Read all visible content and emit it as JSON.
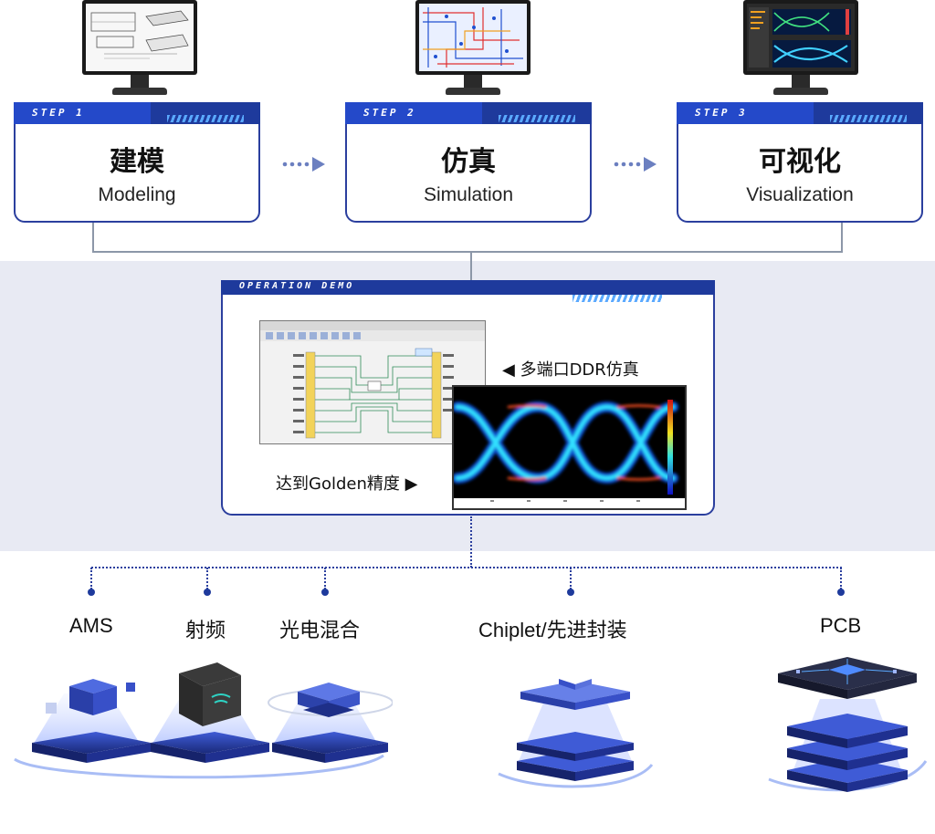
{
  "steps": [
    {
      "tag": "STEP 1",
      "zh": "建模",
      "en": "Modeling",
      "screen": "modeling-screen"
    },
    {
      "tag": "STEP 2",
      "zh": "仿真",
      "en": "Simulation",
      "screen": "simulation-screen"
    },
    {
      "tag": "STEP 3",
      "zh": "可视化",
      "en": "Visualization",
      "screen": "visualization-screen"
    }
  ],
  "demo": {
    "tag": "OPERATION DEMO",
    "caption_ddr": "◀ 多端口DDR仿真",
    "caption_golden": "达到Golden精度 ▶"
  },
  "applications": [
    {
      "label": "AMS",
      "icon": "ams-chip-icon"
    },
    {
      "label": "射频",
      "icon": "rf-chip-icon"
    },
    {
      "label": "光电混合",
      "icon": "photonic-chip-icon"
    },
    {
      "label": "Chiplet/先进封装",
      "icon": "chiplet-package-icon"
    },
    {
      "label": "PCB",
      "icon": "pcb-board-icon"
    }
  ],
  "colors": {
    "brand_dark": "#1e3a9c",
    "brand_mid": "#2449c9",
    "accent_stripe": "#5aa9ff",
    "band_gray": "#e8eaf3",
    "arrow_gray": "#6b7fc0"
  }
}
